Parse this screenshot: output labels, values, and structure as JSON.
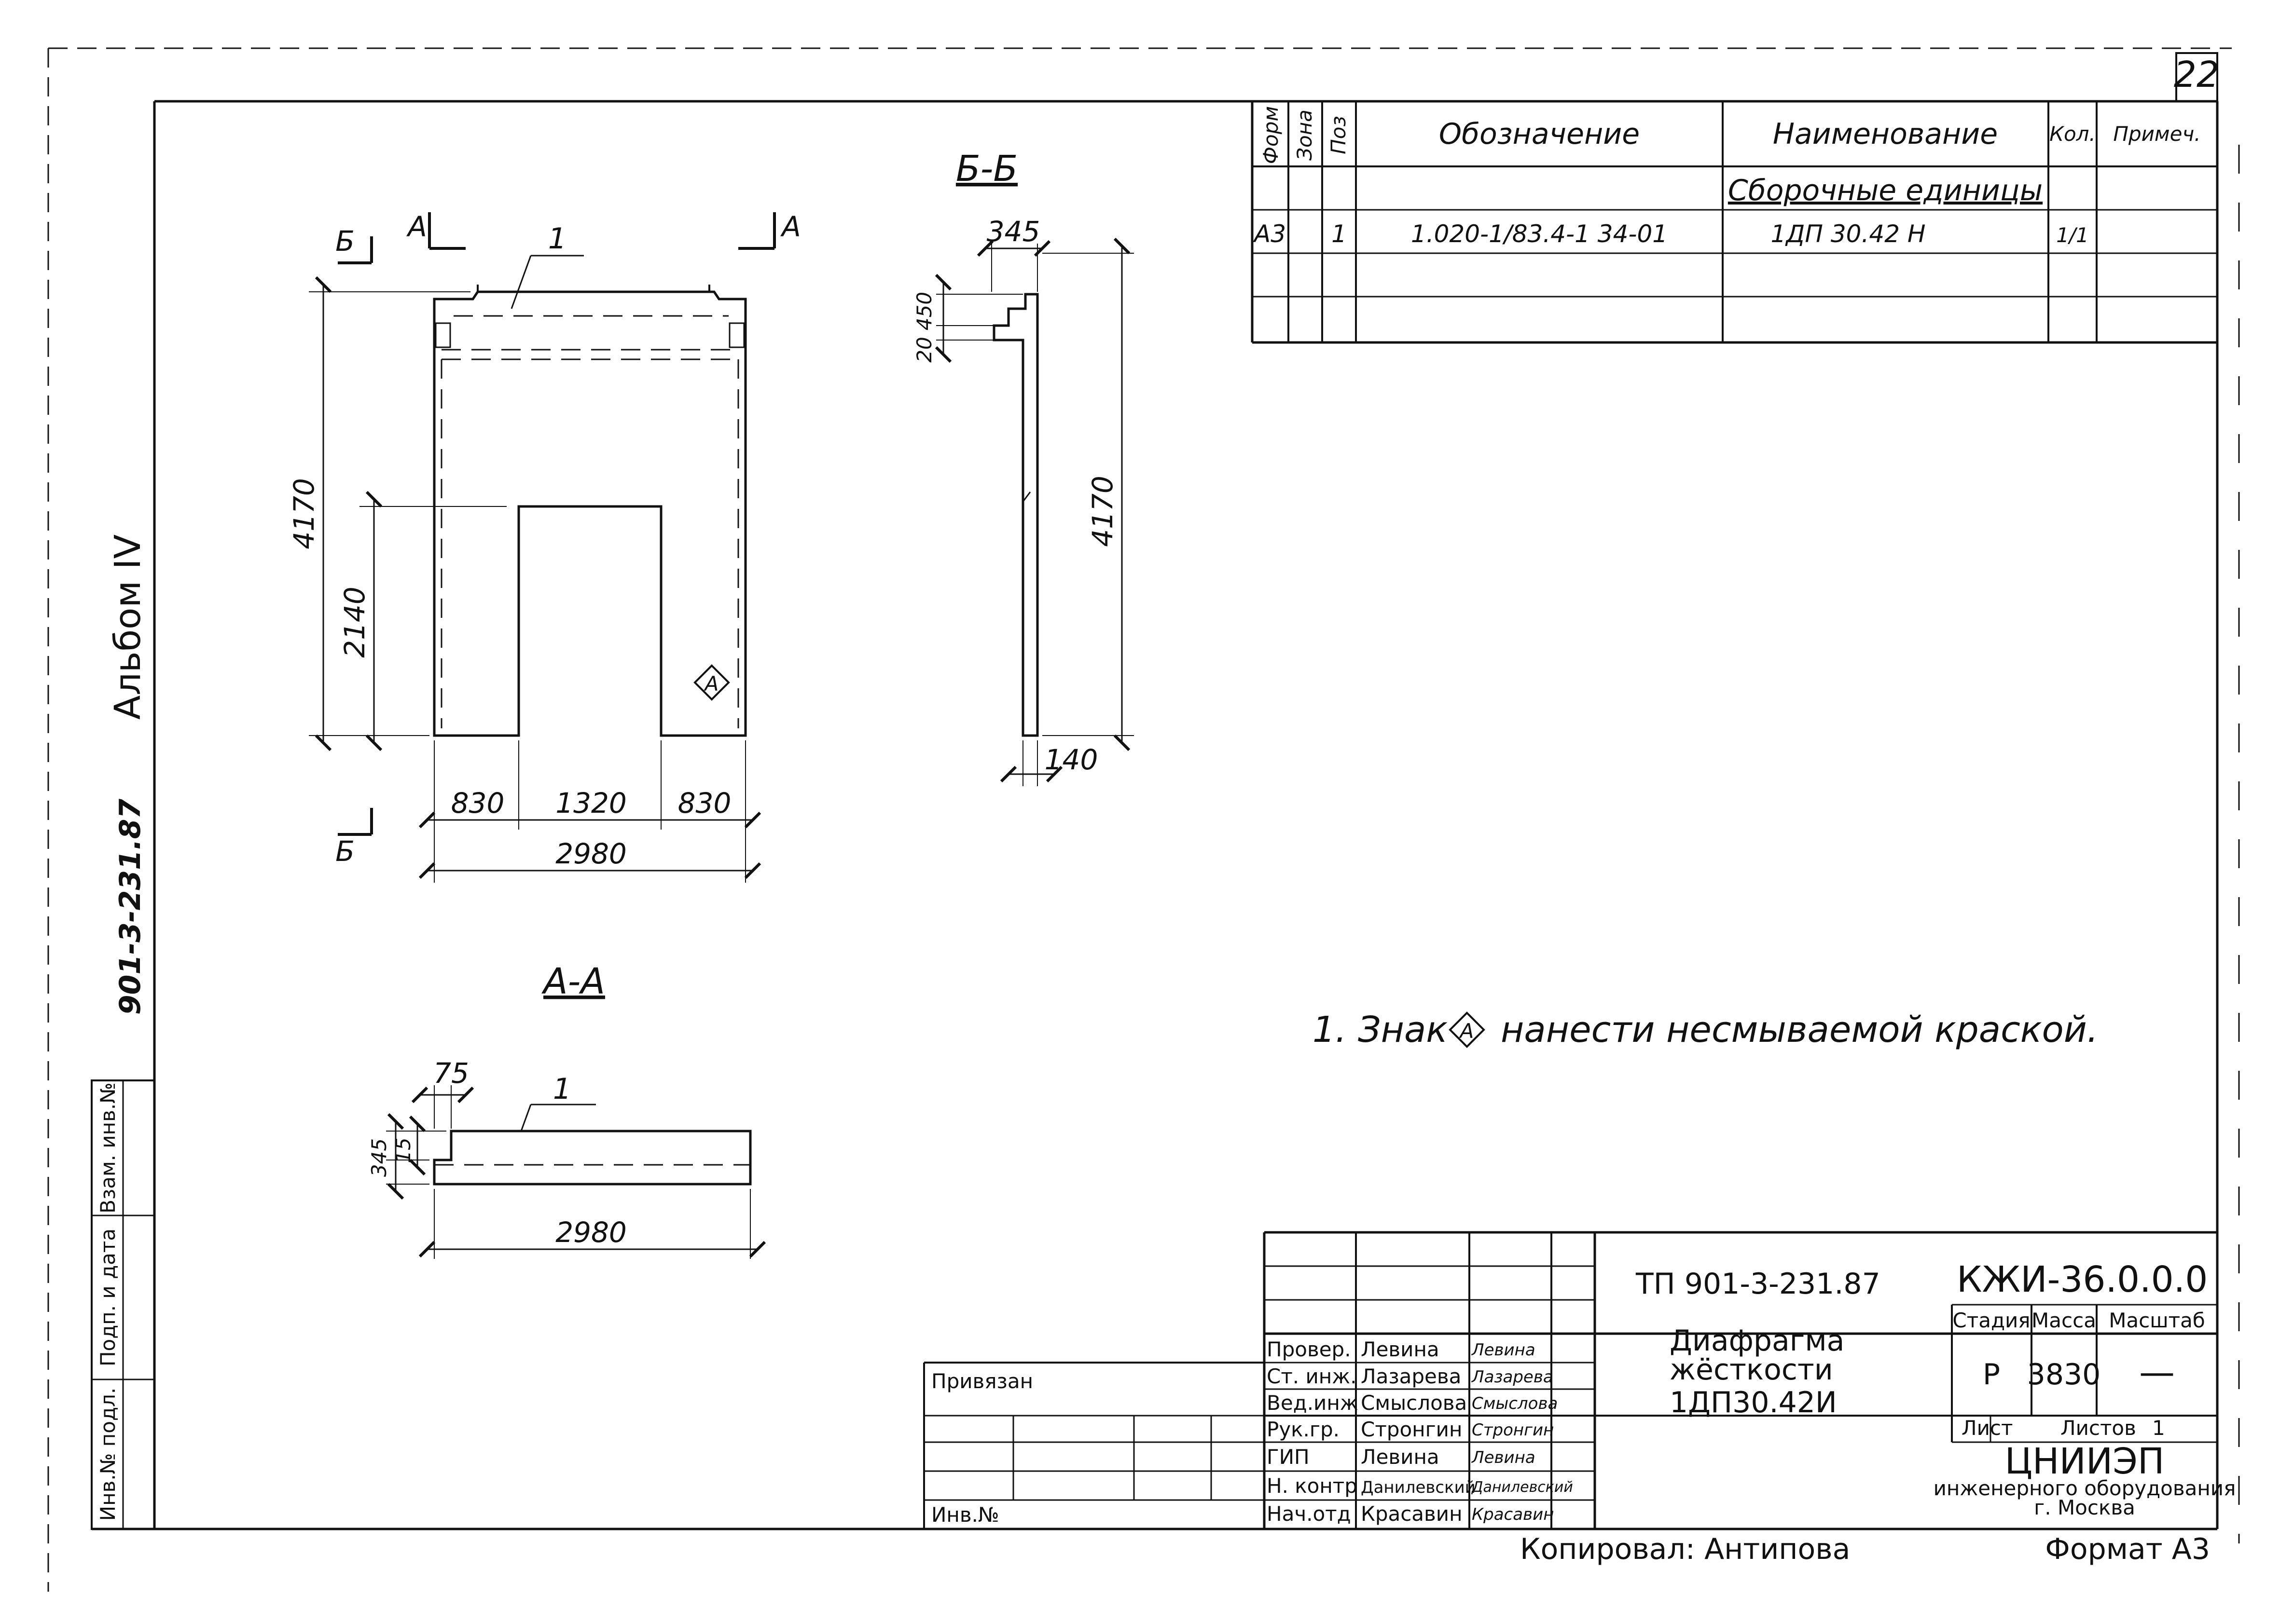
{
  "page_number": "22",
  "side": {
    "album": "Альбом IV",
    "code": "901-3-231.87",
    "cols": [
      "Взам. инв.№",
      "Подп. и дата",
      "Инв.№ подл."
    ]
  },
  "spec": {
    "headers": [
      "Форм",
      "Зона",
      "Поз",
      "Обозначение",
      "Наименование",
      "Кол.",
      "Примеч."
    ],
    "section": "Сборочные единицы",
    "rows": [
      {
        "format": "А3",
        "zone": "",
        "pos": "1",
        "designation": "1.020-1/83.4-1 34-01",
        "name": "1ДП 30.42 Н",
        "qty": "1/1",
        "note": ""
      }
    ]
  },
  "views": {
    "section_bb": "Б-Б",
    "section_aa": "А-А",
    "cut_b": "Б",
    "cut_a": "А",
    "leader": "1",
    "mark": "А"
  },
  "dims": {
    "front_height": "4170",
    "opening_height": "2140",
    "left": "830",
    "middle": "1320",
    "right": "830",
    "total_width": "2980",
    "side_top": "345",
    "side_450": "450",
    "side_20": "20",
    "side_height": "4170",
    "side_thickness": "140",
    "plan_75": "75",
    "plan_345": "345",
    "plan_15": "15",
    "plan_width": "2980"
  },
  "note": {
    "prefix": "1. Знак",
    "mark": "А",
    "text": "нанести несмываемой краской."
  },
  "title_block": {
    "project": "ТП 901-3-231.87",
    "doc_code": "КЖИ-36.0.0.0",
    "title_line1": "Диафрагма",
    "title_line2": "жёсткости",
    "title_line3": "1ДП30.42И",
    "stage_label": "Стадия",
    "mass_label": "Масса",
    "scale_label": "Масштаб",
    "stage": "Р",
    "mass": "3830",
    "scale": "—",
    "sheet_label": "Лист",
    "sheets_label": "Листов",
    "sheets": "1",
    "org_name": "ЦНИИЭП",
    "org_line2": "инженерного оборудования",
    "org_city": "г. Москва",
    "bound": "Привязан",
    "inv_no": "Инв.№",
    "people": [
      {
        "role": "Провер.",
        "name": "Левина",
        "sign": "Левина"
      },
      {
        "role": "Ст. инж.",
        "name": "Лазарева",
        "sign": "Лазарева"
      },
      {
        "role": "Вед.инж",
        "name": "Смыслова",
        "sign": "Смыслова"
      },
      {
        "role": "Рук.гр.",
        "name": "Стронгин",
        "sign": "Стронгин"
      },
      {
        "role": "ГИП",
        "name": "Левина",
        "sign": "Левина"
      },
      {
        "role": "Н. контр",
        "name": "Данилевский",
        "sign": "Данилевский"
      },
      {
        "role": "Нач.отд",
        "name": "Красавин",
        "sign": "Красавин"
      }
    ]
  },
  "footer": {
    "copied": "Копировал:  Антипова",
    "format": "Формат А3"
  }
}
